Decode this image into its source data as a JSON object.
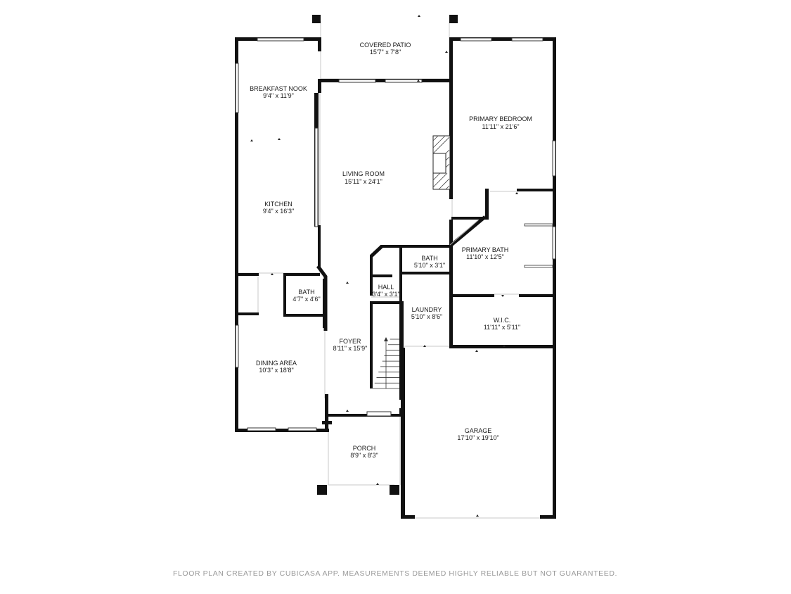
{
  "rooms": {
    "covered_patio": {
      "name": "COVERED PATIO",
      "dims": "15'7\" x 7'8\""
    },
    "breakfast_nook": {
      "name": "BREAKFAST NOOK",
      "dims": "9'4\" x 11'9\""
    },
    "primary_bedroom": {
      "name": "PRIMARY BEDROOM",
      "dims": "11'11\" x 21'6\""
    },
    "living_room": {
      "name": "LIVING ROOM",
      "dims": "15'11\" x 24'1\""
    },
    "kitchen": {
      "name": "KITCHEN",
      "dims": "9'4\" x 16'3\""
    },
    "primary_bath": {
      "name": "PRIMARY BATH",
      "dims": "11'10\" x 12'5\""
    },
    "bath_upper": {
      "name": "BATH",
      "dims": "5'10\" x 3'1\""
    },
    "hall": {
      "name": "HALL",
      "dims": "3'4\" x 3'1\""
    },
    "bath_lower": {
      "name": "BATH",
      "dims": "4'7\" x 4'6\""
    },
    "laundry": {
      "name": "LAUNDRY",
      "dims": "5'10\" x 8'6\""
    },
    "wic": {
      "name": "W.I.C.",
      "dims": "11'11\" x 5'11\""
    },
    "foyer": {
      "name": "FOYER",
      "dims": "8'11\" x 15'9\""
    },
    "dining_area": {
      "name": "DINING AREA",
      "dims": "10'3\" x 18'8\""
    },
    "garage": {
      "name": "GARAGE",
      "dims": "17'10\" x 19'10\""
    },
    "porch": {
      "name": "PORCH",
      "dims": "8'9\" x 8'3\""
    }
  },
  "footer": "FLOOR PLAN CREATED BY CUBICASA APP. MEASUREMENTS DEEMED HIGHLY RELIABLE BUT NOT GUARANTEED."
}
